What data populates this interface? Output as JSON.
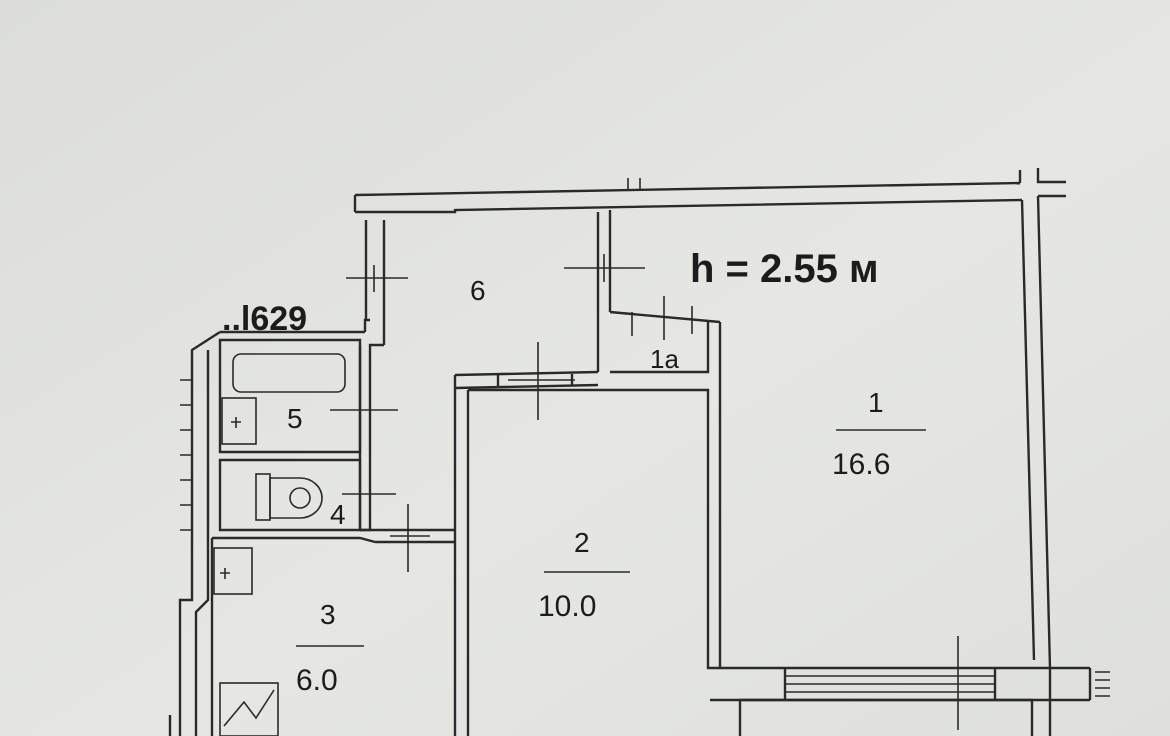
{
  "plan": {
    "height_note": "h = 2.55 м",
    "fragment_label": "..l629",
    "rooms": [
      {
        "id": "1",
        "area": "16.6"
      },
      {
        "id": "1a"
      },
      {
        "id": "2",
        "area": "10.0"
      },
      {
        "id": "3",
        "area": "6.0"
      },
      {
        "id": "4"
      },
      {
        "id": "5"
      },
      {
        "id": "6"
      }
    ]
  },
  "colors": {
    "paper": "#e3e4e0",
    "ink": "#2a2a2a"
  }
}
